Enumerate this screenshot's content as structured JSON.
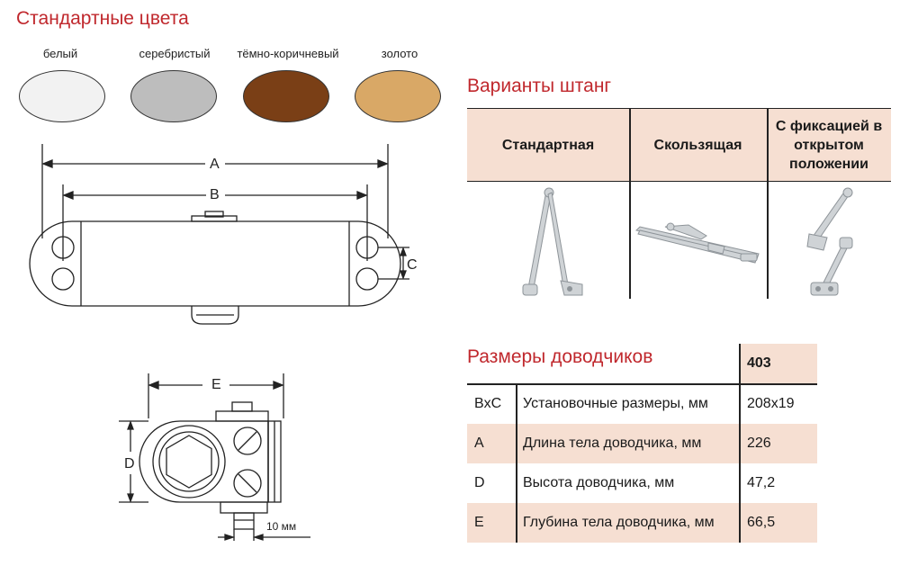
{
  "colors_section": {
    "title": "Стандартные цвета",
    "swatches": [
      {
        "label": "белый",
        "color": "#f2f2f2"
      },
      {
        "label": "серебристый",
        "color": "#bdbdbd"
      },
      {
        "label": "тёмно-коричневый",
        "color": "#7a3f16"
      },
      {
        "label": "золото",
        "color": "#d9a866"
      }
    ]
  },
  "drawing": {
    "label_a": "A",
    "label_b": "B",
    "label_c": "C",
    "label_e": "E",
    "label_d": "D",
    "label_10mm": "10 мм"
  },
  "rods_section": {
    "title": "Варианты штанг",
    "columns": [
      "Стандартная",
      "Скользящая",
      "С фиксацией в открытом положении"
    ]
  },
  "sizes_section": {
    "title": "Размеры доводчиков",
    "model": "403",
    "rows": [
      {
        "code": "BxC",
        "name": "Установочные размеры, мм",
        "value": "208x19"
      },
      {
        "code": "A",
        "name": "Длина тела доводчика, мм",
        "value": "226"
      },
      {
        "code": "D",
        "name": "Высота доводчика, мм",
        "value": "47,2"
      },
      {
        "code": "E",
        "name": "Глубина тела доводчика, мм",
        "value": "66,5"
      }
    ]
  },
  "accent_color": "#c0282d",
  "header_fill": "#f6dfd2"
}
